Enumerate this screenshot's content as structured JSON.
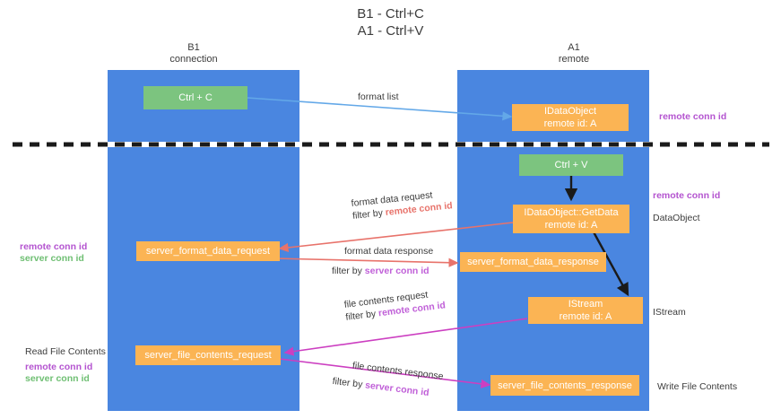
{
  "title": "B1 - Ctrl+C\nA1 - Ctrl+V",
  "colors": {
    "lane": "#4a86e0",
    "green_node": "#7cc47f",
    "orange_node": "#fbb454",
    "purple_text": "#b454d0",
    "green_text": "#6fbf73",
    "red_arrow": "#e8736b",
    "magenta_arrow": "#cc3fc1",
    "blue_arrow": "#63a8e8",
    "black_arrow": "#1a1a1a",
    "divider": "#1a1a1a"
  },
  "lanes": [
    {
      "id": "b1",
      "title": "B1\nconnection"
    },
    {
      "id": "a1",
      "title": "A1\nremote"
    }
  ],
  "nodes": [
    {
      "id": "ctrl-c",
      "label": "Ctrl + C",
      "style": "green"
    },
    {
      "id": "idataobject",
      "label": "IDataObject\nremote id: A",
      "style": "orange"
    },
    {
      "id": "ctrl-v",
      "label": "Ctrl + V",
      "style": "green"
    },
    {
      "id": "idataobject-getdata",
      "label": "IDataObject::GetData\nremote id: A",
      "style": "orange"
    },
    {
      "id": "server-format-data-request",
      "label": "server_format_data_request",
      "style": "orange"
    },
    {
      "id": "server-format-data-response",
      "label": "server_format_data_response",
      "style": "orange"
    },
    {
      "id": "istream",
      "label": "IStream\nremote id: A",
      "style": "orange"
    },
    {
      "id": "server-file-contents-request",
      "label": "server_file_contents_request",
      "style": "orange"
    },
    {
      "id": "server-file-contents-response",
      "label": "server_file_contents_response",
      "style": "orange"
    }
  ],
  "edge_labels": {
    "format_list": "format list",
    "format_data_request": "format data request",
    "format_data_request_filter_prefix": "filter by ",
    "format_data_request_filter_key": "remote conn id",
    "format_data_response": "format data response",
    "format_data_response_filter_prefix": "filter by ",
    "format_data_response_filter_key": "server conn id",
    "file_contents_request": "file contents request",
    "file_contents_request_filter_prefix": "filter by ",
    "file_contents_request_filter_key": "remote conn id",
    "file_contents_response": "file contents response",
    "file_contents_response_filter_prefix": "filter by ",
    "file_contents_response_filter_key": "server conn id"
  },
  "annotations": {
    "right_remote_conn_id_top": "remote conn id",
    "right_remote_conn_id_mid": "remote conn id",
    "right_dataobject": "DataObject",
    "right_istream": "IStream",
    "right_write_file_contents": "Write File Contents",
    "left_read_file_contents": "Read File Contents",
    "left_remote_conn_id_mid": "remote conn id",
    "left_server_conn_id_mid": "server conn id",
    "left_remote_conn_id_bottom": "remote conn id",
    "left_server_conn_id_bottom": "server conn id"
  }
}
